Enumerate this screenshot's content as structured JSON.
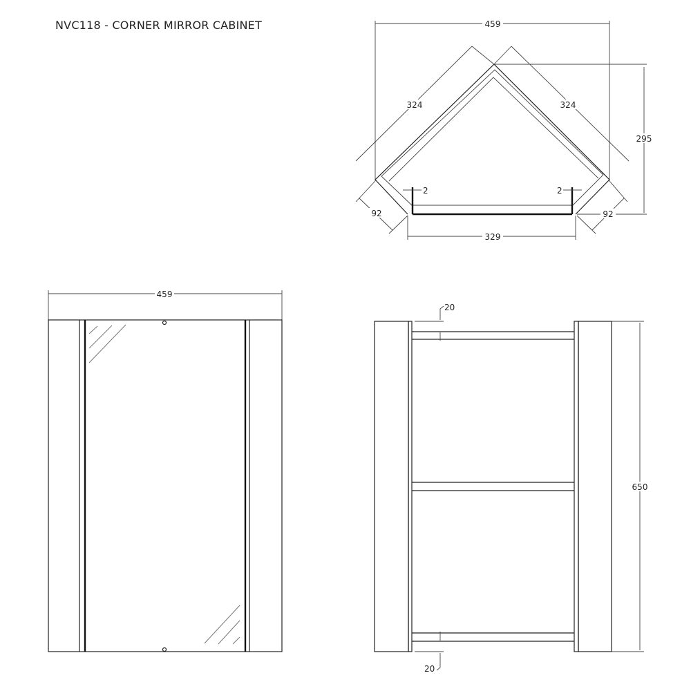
{
  "title": "NVC118 - CORNER MIRROR CABINET",
  "plan_view": {
    "overall_width": "459",
    "left_side_length": "324",
    "right_side_length": "324",
    "depth": "295",
    "left_end_width": "92",
    "right_end_width": "92",
    "door_width": "329",
    "left_gap": "2",
    "right_gap": "2"
  },
  "front_view": {
    "overall_width": "459"
  },
  "section_view": {
    "height": "650",
    "top_shelf_offset": "20",
    "bottom_shelf_offset": "20"
  }
}
